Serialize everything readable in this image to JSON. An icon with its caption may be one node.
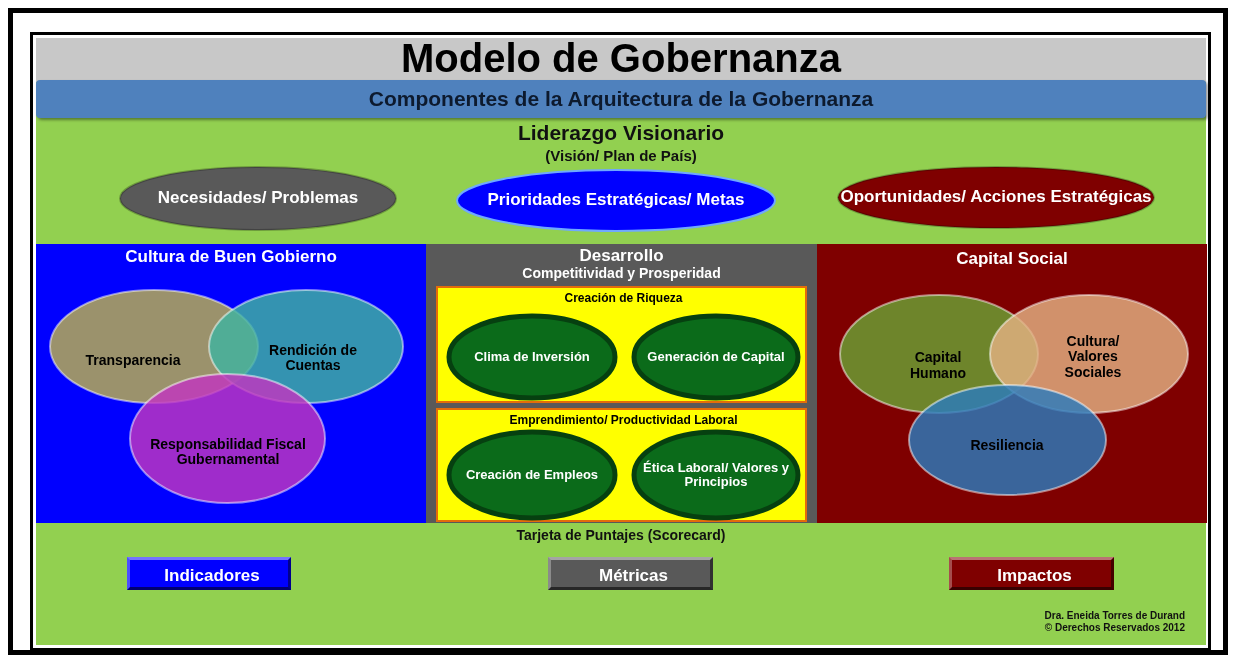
{
  "diagram": {
    "title": "Modelo de Gobernanza",
    "nodes": [
      {
        "text": [
          "Componentes de la Arquitectura de la Gobernanza"
        ]
      },
      {
        "text": [
          "Necesidades/ Problemas"
        ]
      },
      {
        "text": [
          "Prioridades Estratégicas/ Metas"
        ]
      },
      {
        "text": [
          "Oportunidades/ Acciones Estratégicas"
        ]
      },
      {
        "text": [
          "Cultura de Buen Gobierno"
        ]
      },
      {
        "text": [
          "Transparencia"
        ],
        "in": 4
      },
      {
        "text": [
          "Rendición de Cuentas"
        ],
        "in": 4
      },
      {
        "text": [
          "Responsabilidad Fiscal Gubernamental"
        ],
        "in": 4
      },
      {
        "text": [
          "Desarrollo",
          "Competitividad y Prosperidad"
        ]
      },
      {
        "text": [
          "Creación de Riqueza"
        ],
        "in": 8
      },
      {
        "text": [
          "Clima de Inversión"
        ],
        "in": 9
      },
      {
        "text": [
          "Generación de Capital"
        ],
        "in": 9
      },
      {
        "text": [
          "Emprendimiento/ Productividad Laboral"
        ],
        "in": 8
      },
      {
        "text": [
          "Creación de Empleos"
        ],
        "in": 12
      },
      {
        "text": [
          "Ética Laboral/ Valores y Principios"
        ],
        "in": 12
      },
      {
        "text": [
          "Capital Social"
        ]
      },
      {
        "text": [
          "Capital Humano"
        ],
        "in": 15
      },
      {
        "text": [
          "Cultura/ Valores Sociales"
        ],
        "in": 15
      },
      {
        "text": [
          "Resiliencia"
        ],
        "in": 15
      },
      {
        "text": [
          "Indicadores"
        ]
      },
      {
        "text": [
          "Métricas"
        ]
      },
      {
        "text": [
          "Impactos"
        ]
      }
    ],
    "labels": [
      "Liderazgo Visionario",
      "(Visión/ Plan de País)",
      "Tarjeta de Puntajes (Scorecard)",
      "Dra. Eneida Torres de Durand",
      "©  Derechos Reservados 2012"
    ]
  }
}
